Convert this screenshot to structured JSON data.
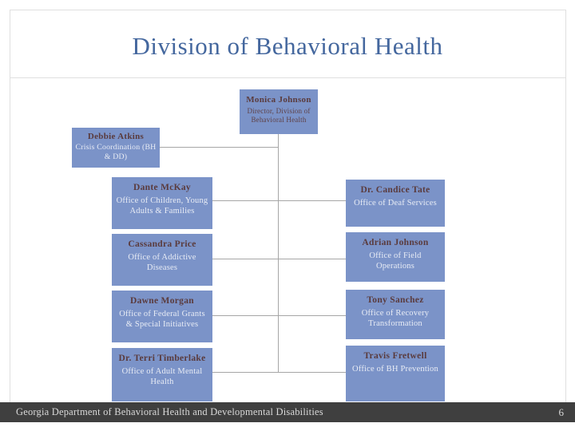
{
  "slide": {
    "title": "Division of Behavioral Health",
    "footer": {
      "text": "Georgia Department of Behavioral Health and Developmental Disabilities",
      "page_number": "6"
    }
  },
  "colors": {
    "box_fill": "#7b93c8",
    "name_text": "#5a3b3d",
    "role_text_light": "#e8ecf5",
    "role_text_dark": "#5f4146",
    "title_text": "#44679e",
    "connector": "#a6a6a6",
    "border": "#dfdfdf",
    "footer_bar": "#3f3f3f",
    "footer_text": "#d9d9d9"
  },
  "org": {
    "director": {
      "name": "Monica Johnson",
      "role": "Director, Division of Behavioral Health"
    },
    "staff": {
      "name": "Debbie Atkins",
      "role": "Crisis Coordination (BH & DD)"
    },
    "left_column": [
      {
        "name": "Dante McKay",
        "role": "Office of Children, Young Adults & Families"
      },
      {
        "name": "Cassandra Price",
        "role": "Office of Addictive Diseases"
      },
      {
        "name": "Dawne Morgan",
        "role": "Office of Federal Grants & Special Initiatives"
      },
      {
        "name": "Dr. Terri Timberlake",
        "role": "Office of Adult Mental Health"
      }
    ],
    "right_column": [
      {
        "name": "Dr. Candice Tate",
        "role": "Office of Deaf Services"
      },
      {
        "name": "Adrian Johnson",
        "role": "Office of Field Operations"
      },
      {
        "name": "Tony Sanchez",
        "role": "Office of Recovery Transformation"
      },
      {
        "name": "Travis Fretwell",
        "role": "Office of BH Prevention"
      }
    ]
  }
}
